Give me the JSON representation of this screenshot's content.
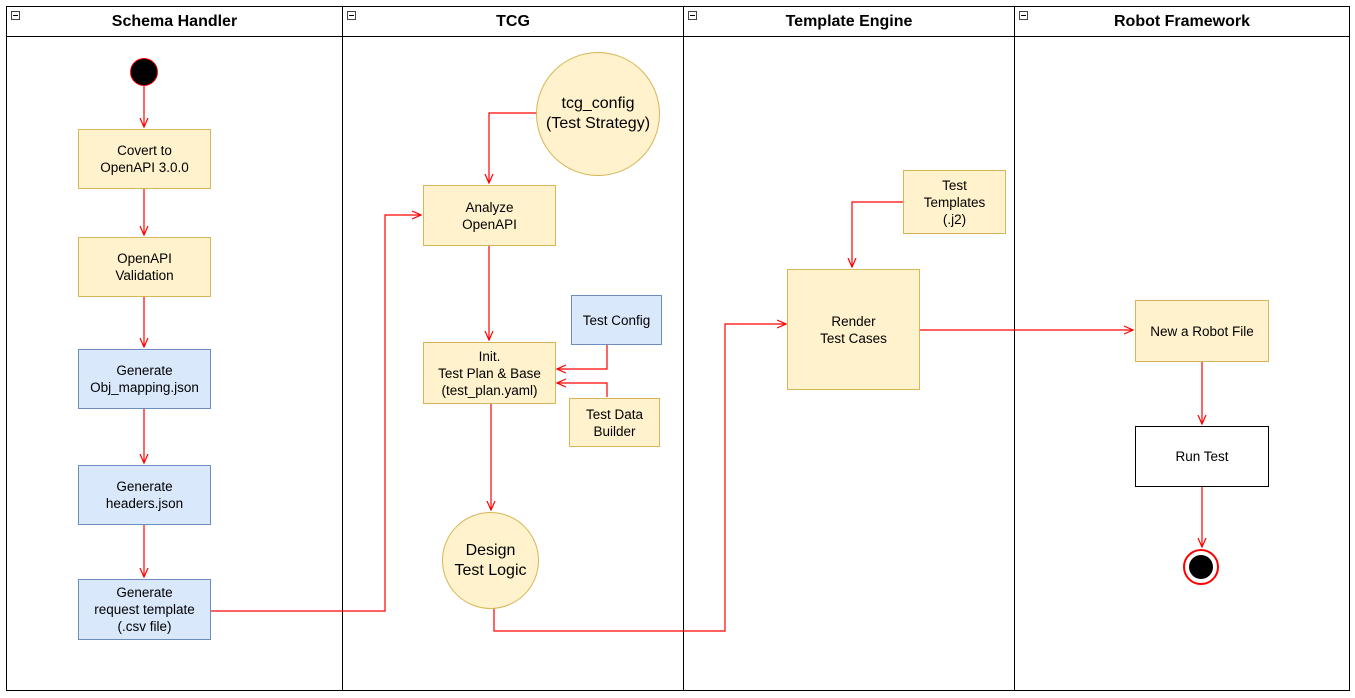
{
  "lanes": [
    {
      "title": "Schema Handler"
    },
    {
      "title": "TCG"
    },
    {
      "title": "Template Engine"
    },
    {
      "title": "Robot Framework"
    }
  ],
  "nodes": {
    "convert": "Covert to\nOpenAPI 3.0.0",
    "validation": "OpenAPI\nValidation",
    "obj_mapping": "Generate\nObj_mapping.json",
    "headers": "Generate\nheaders.json",
    "request_template": "Generate\nrequest template\n(.csv file)",
    "tcg_config": "tcg_config\n(Test Strategy)",
    "analyze": "Analyze\nOpenAPI",
    "test_config": "Test Config",
    "init": "Init.\nTest Plan & Base\n(test_plan.yaml)",
    "test_data_builder": "Test Data\nBuilder",
    "design": "Design\nTest Logic",
    "test_templates": "Test\nTemplates\n(.j2)",
    "render": "Render\nTest Cases",
    "new_robot_file": "New a Robot File",
    "run_test": "Run Test"
  },
  "colors": {
    "edge": "#ff0000",
    "yellow_fill": "#fff2cc",
    "yellow_border": "#d6b656",
    "blue_fill": "#dae8fc",
    "blue_border": "#6c8ebf"
  }
}
